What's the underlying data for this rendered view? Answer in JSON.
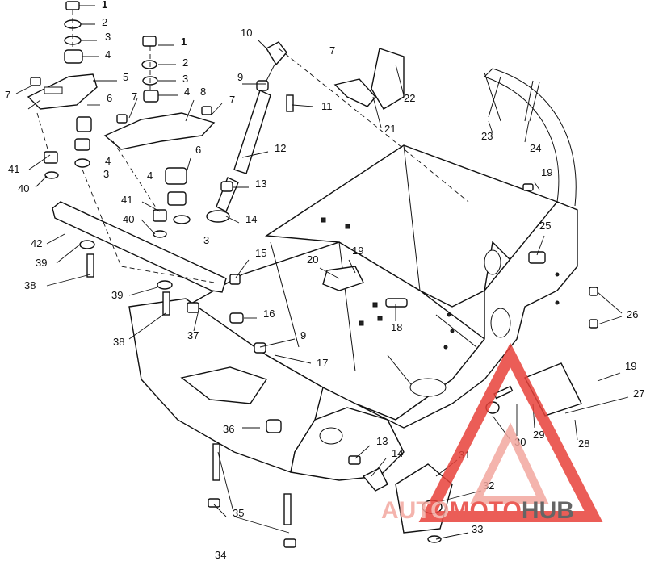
{
  "callouts": [
    "1",
    "2",
    "3",
    "4",
    "5",
    "6",
    "7",
    "8",
    "9",
    "10",
    "11",
    "12",
    "13",
    "14",
    "15",
    "16",
    "17",
    "18",
    "19",
    "20",
    "21",
    "22",
    "23",
    "24",
    "25",
    "26",
    "27",
    "28",
    "29",
    "30",
    "31",
    "32",
    "33",
    "34",
    "35",
    "36",
    "37",
    "38",
    "39",
    "40",
    "41",
    "42"
  ],
  "watermark": {
    "part1": "AUTO",
    "part2": "MOTO",
    "part3": "HUB",
    "color_main": "#e8413a",
    "color_light": "#f3a79f",
    "color_dark": "#4b4b4b"
  }
}
